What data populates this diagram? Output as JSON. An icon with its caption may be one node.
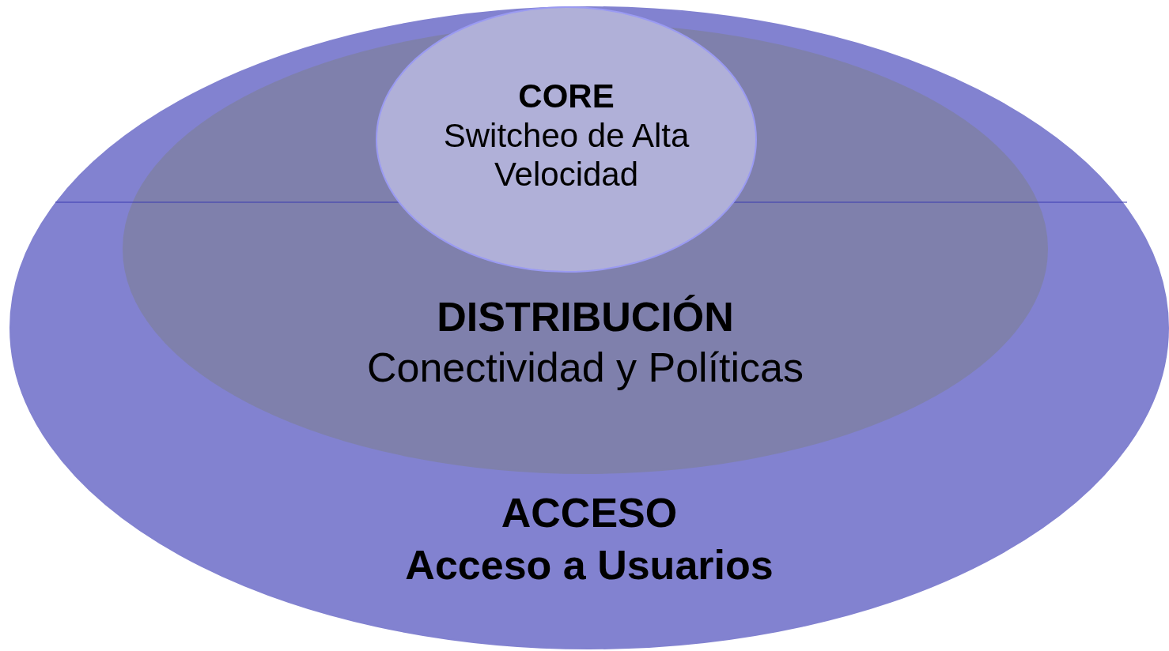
{
  "diagram": {
    "nodes": [
      {
        "text": [
          "ACCESO",
          "Acceso a Usuarios"
        ]
      },
      {
        "text": [
          "DISTRIBUCIÓN",
          "Conectividad y Políticas"
        ],
        "in": 0
      },
      {
        "text": [
          "CORE",
          "Switcheo de Alta Velocidad"
        ],
        "in": 1
      }
    ]
  }
}
